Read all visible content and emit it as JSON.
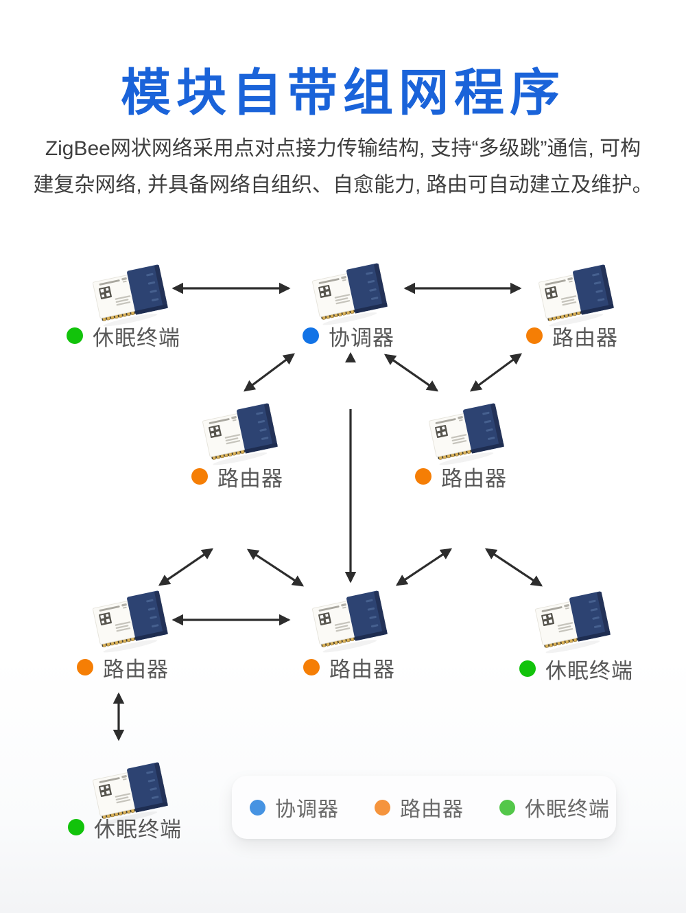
{
  "header": {
    "title": "模块自带组网程序"
  },
  "intro": {
    "line1": "ZigBee网状网络采用点对点接力传输结构, 支持“多级跳”通信, 可构",
    "line2": "建复杂网络, 并具备网络自组织、自愈能力, 路由可自动建立及维护。"
  },
  "network": {
    "nodes": [
      {
        "role": "sleep",
        "label": "休眠终端"
      },
      {
        "role": "coordinator",
        "label": "协调器"
      },
      {
        "role": "router",
        "label": "路由器"
      },
      {
        "role": "router",
        "label": "路由器"
      },
      {
        "role": "router",
        "label": "路由器"
      },
      {
        "role": "router",
        "label": "路由器"
      },
      {
        "role": "router",
        "label": "路由器"
      },
      {
        "role": "sleep",
        "label": "休眠终端"
      },
      {
        "role": "sleep",
        "label": "休眠终端"
      }
    ]
  },
  "legend": {
    "items": [
      {
        "role": "coordinator",
        "label": "协调器",
        "color": "#4693e2"
      },
      {
        "role": "router",
        "label": "路由器",
        "color": "#f5943d"
      },
      {
        "role": "sleep",
        "label": "休眠终端",
        "color": "#53c74a"
      }
    ]
  },
  "colors": {
    "title": "#1a63d9",
    "text": "#3e3e3e",
    "label": "#585858",
    "legend_text": "#6a6a6a",
    "arrow": "#2d2d2d",
    "coordinator": "#1273e6",
    "router": "#f57e05",
    "sleep": "#12c30b",
    "legend_coordinator": "#4693e2",
    "legend_router": "#f5943d",
    "legend_sleep": "#53c74a",
    "module_navy": "#2d4372",
    "module_navy_dark": "#233258",
    "module_navy_deep": "#1e2d51",
    "pin_gold": "#d8b057",
    "card_bg": "#fdfdfe"
  }
}
